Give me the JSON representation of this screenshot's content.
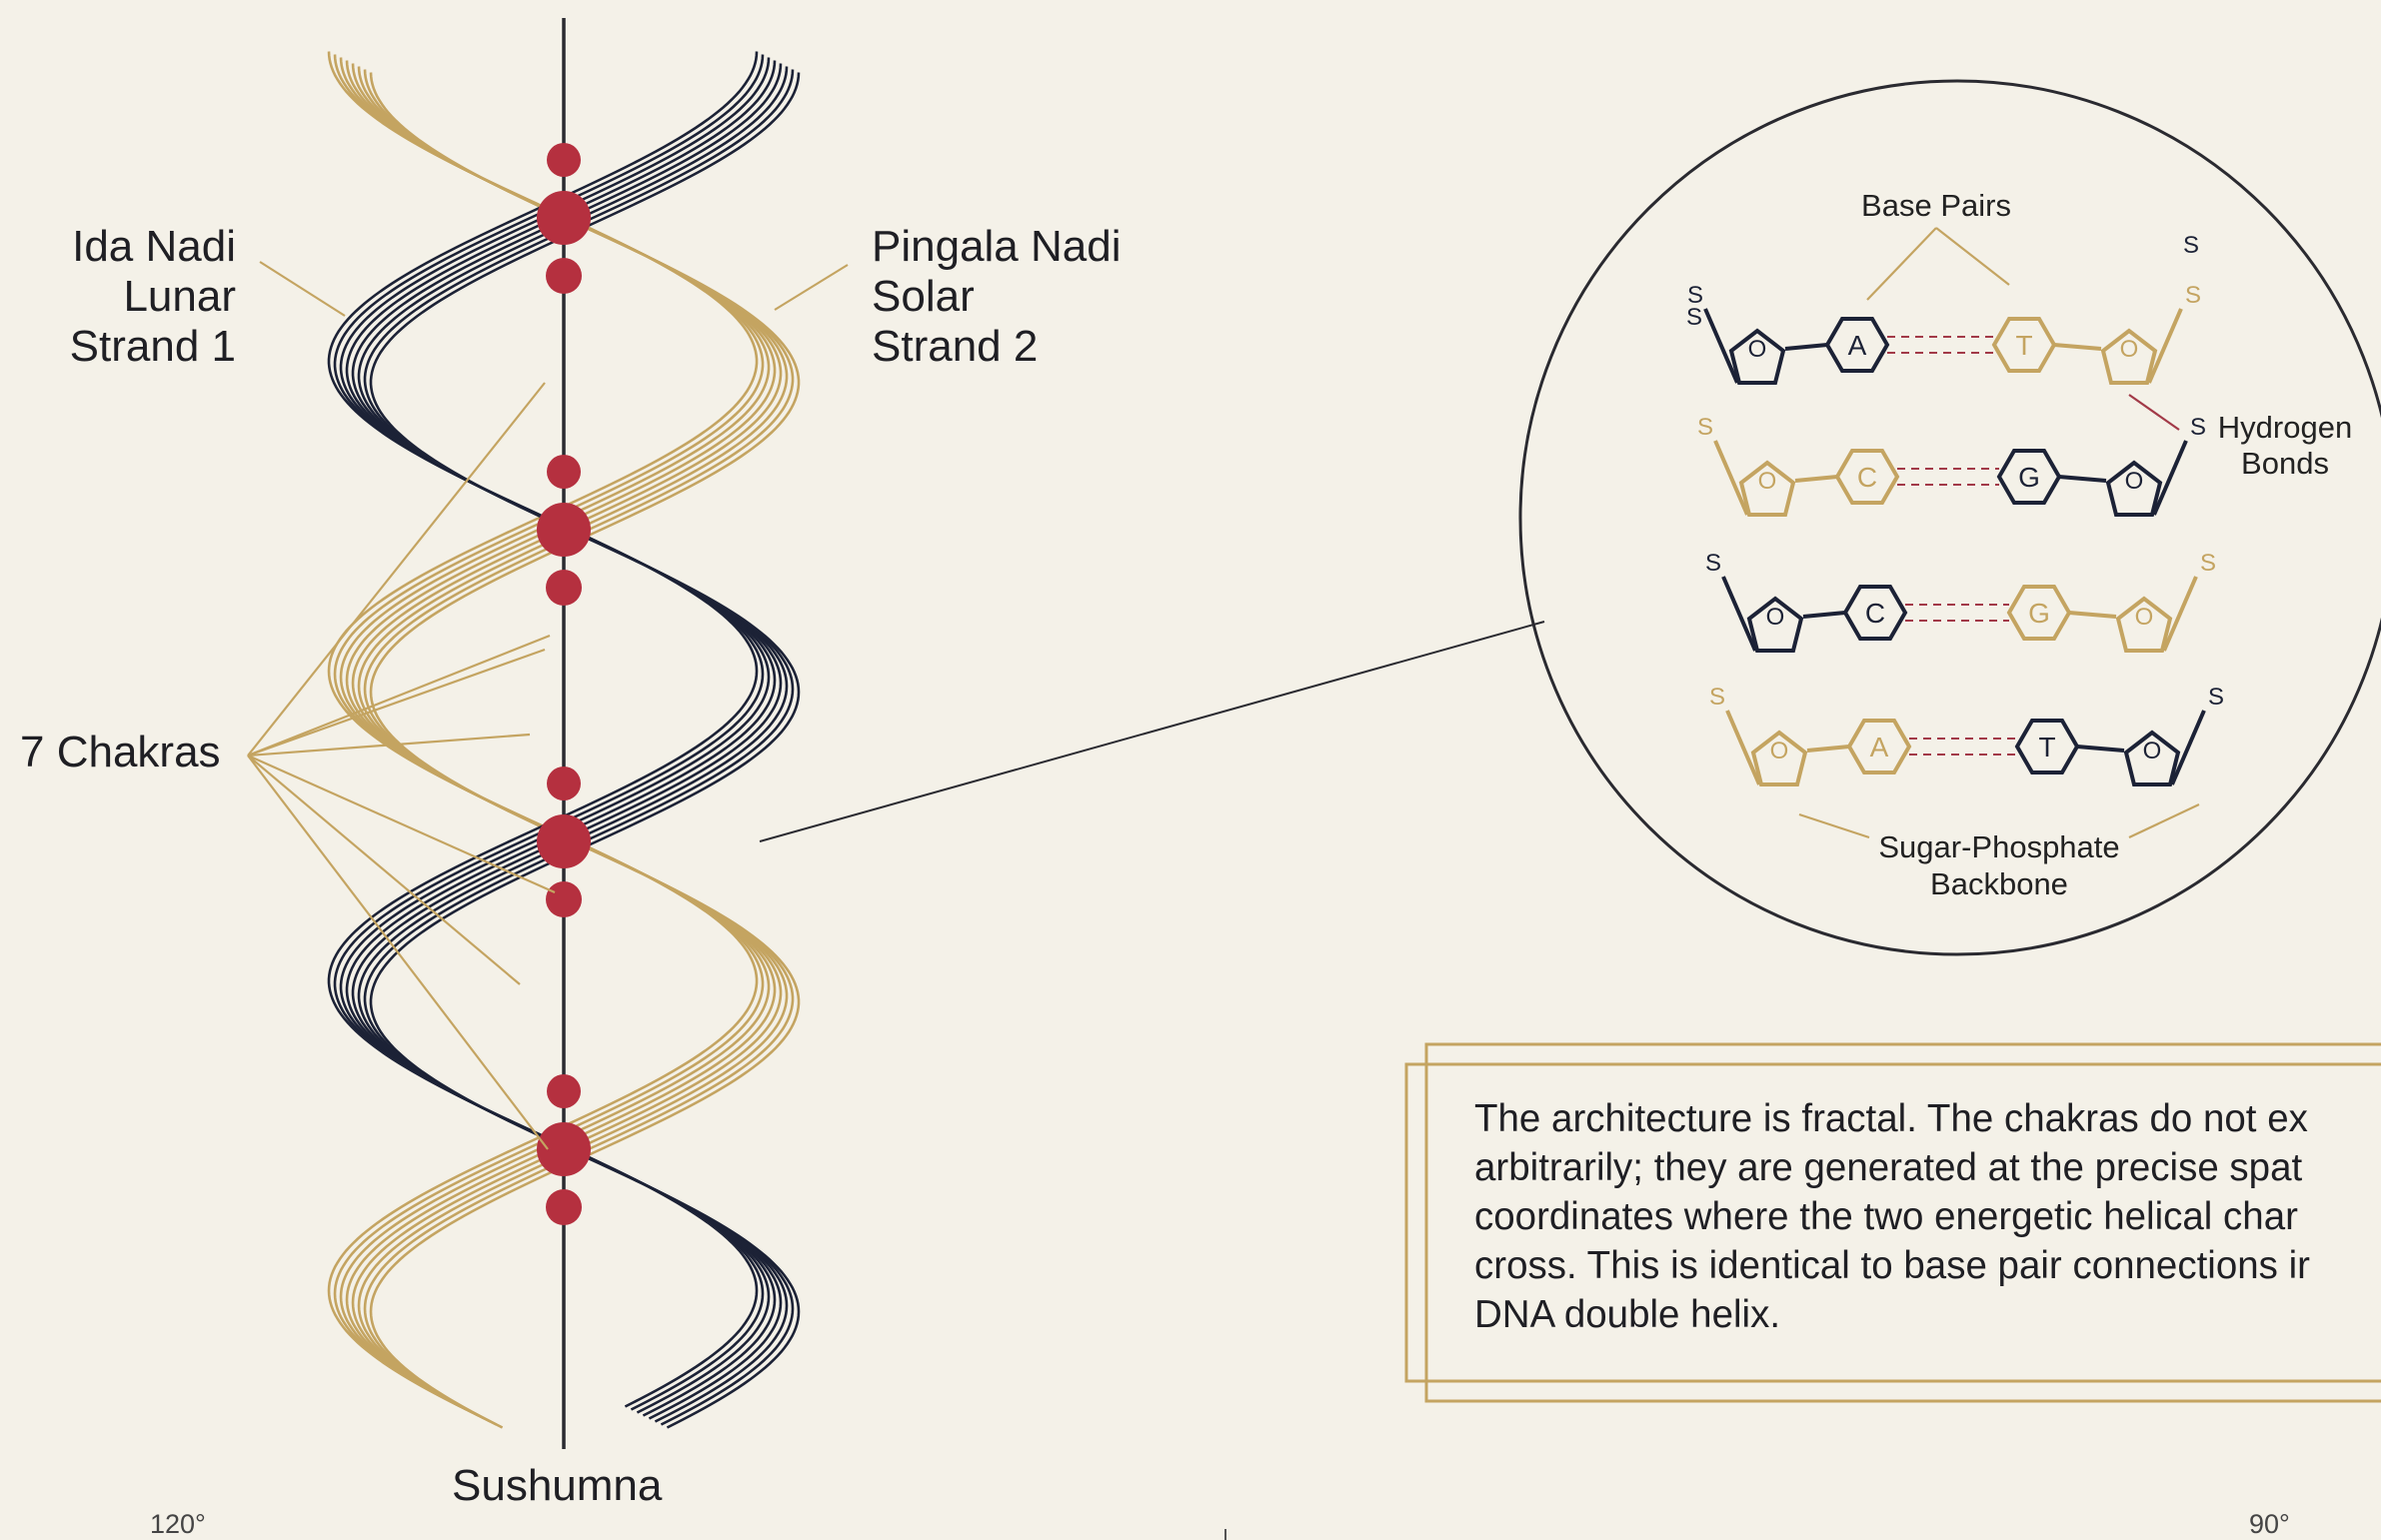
{
  "labels": {
    "ida_line1": "Ida Nadi",
    "ida_line2": "Lunar",
    "ida_line3": "Strand 1",
    "pingala_line1": "Pingala Nadi",
    "pingala_line2": "Solar",
    "pingala_line3": "Strand 2",
    "chakras": "7 Chakras",
    "sushumna": "Sushumna",
    "angle_left": "120°",
    "angle_right": "90°"
  },
  "inset": {
    "base_pairs": "Base Pairs",
    "hydrogen_line1": "Hydrogen",
    "hydrogen_line2": "Bonds",
    "backbone_line1": "Sugar-Phosphate",
    "backbone_line2": "Backbone",
    "pairs": [
      {
        "left": "A",
        "right": "T"
      },
      {
        "left": "C",
        "right": "G"
      },
      {
        "left": "C",
        "right": "G"
      },
      {
        "left": "A",
        "right": "T"
      }
    ],
    "atom_o": "O",
    "atom_s": "S"
  },
  "note": {
    "line1": "The architecture is fractal. The chakras do not ex",
    "line2": "arbitrarily; they are generated at the precise spat",
    "line3": "coordinates where the two energetic helical char",
    "line4": "cross. This is identical to base pair connections ir",
    "line5": "DNA double helix."
  },
  "colors": {
    "background": "#f4f1e8",
    "lunar_strand": "#1c2236",
    "solar_strand": "#c4a461",
    "chakra": "#b5303f",
    "ink": "#1f1f24"
  }
}
